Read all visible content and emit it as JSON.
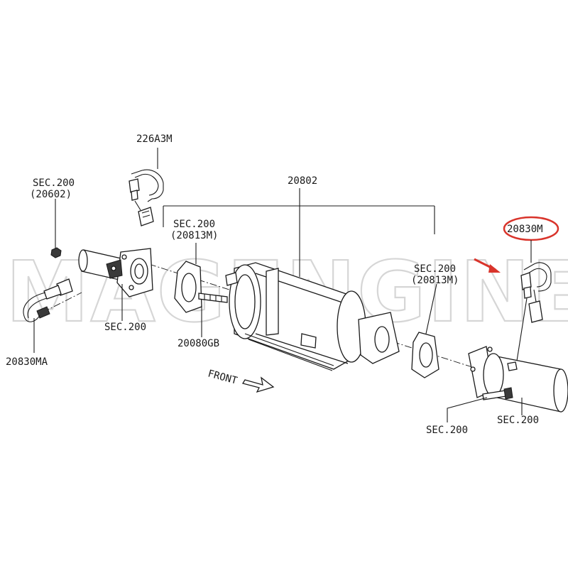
{
  "watermark": "MAGENGINES",
  "labels": {
    "sensor_top": "226A3M",
    "sec_left_1": "SEC.200",
    "sec_left_2": "(20602)",
    "main_part": "20802",
    "sec_mid_1": "SEC.200",
    "sec_mid_2": "(20813M)",
    "sec_right_1": "SEC.200",
    "sec_right_2": "(20813M)",
    "sensor_right": "20830M",
    "sec_flange": "SEC.200",
    "stud": "20080GB",
    "sensor_left": "20830MA",
    "front": "FRONT",
    "sec_bottom_mid": "SEC.200",
    "sec_bottom_right": "SEC.200"
  },
  "colors": {
    "highlight": "#d9342b",
    "line": "#1a1a1a",
    "watermark": "#d6d6d6"
  }
}
